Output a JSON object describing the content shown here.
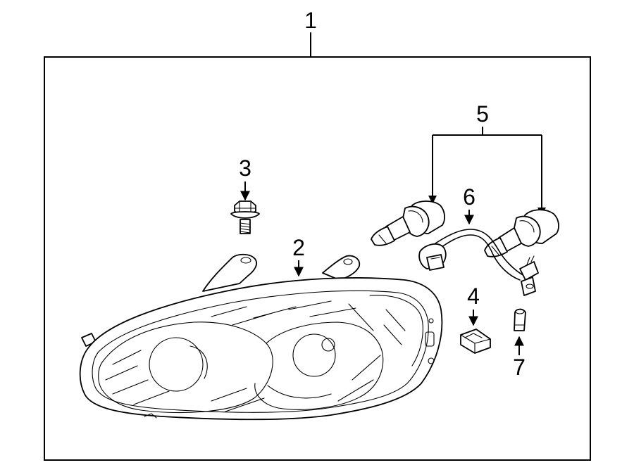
{
  "diagram": {
    "callouts": {
      "c1": "1",
      "c2": "2",
      "c3": "3",
      "c4": "4",
      "c5": "5",
      "c6": "6",
      "c7": "7"
    },
    "parts": [
      {
        "id": "1",
        "name": "headlamp-assembly-frame-icon"
      },
      {
        "id": "2",
        "name": "headlamp-housing-icon"
      },
      {
        "id": "3",
        "name": "mounting-bolt-icon"
      },
      {
        "id": "4",
        "name": "retainer-clip-icon"
      },
      {
        "id": "5",
        "name": "headlamp-bulb-icon"
      },
      {
        "id": "6",
        "name": "wiring-harness-icon"
      },
      {
        "id": "7",
        "name": "side-marker-bulb-icon"
      }
    ]
  }
}
